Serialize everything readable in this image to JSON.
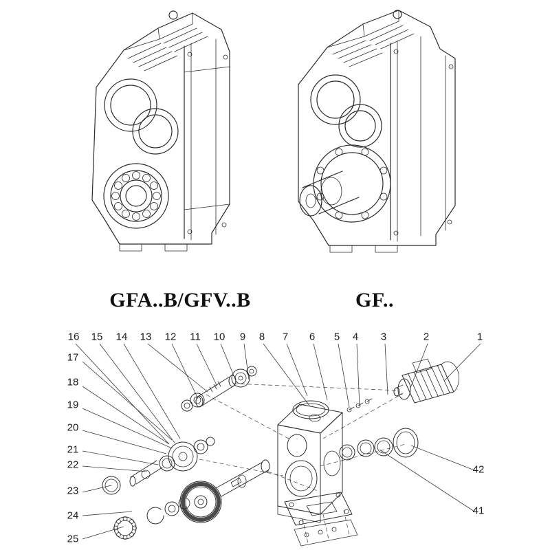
{
  "colors": {
    "background": "#ffffff",
    "line": "#2b2b2b"
  },
  "models": {
    "left": "GFA..B/GFV..B",
    "right": "GF.."
  },
  "exploded": {
    "top_numbers": [
      "16",
      "15",
      "14",
      "13",
      "12",
      "11",
      "10",
      "9",
      "8",
      "7",
      "6",
      "5",
      "4",
      "3",
      "2",
      "1"
    ],
    "side_numbers": [
      "17",
      "18",
      "19",
      "20",
      "21",
      "22",
      "23",
      "24",
      "25"
    ],
    "right_numbers": [
      "42",
      "41"
    ]
  }
}
